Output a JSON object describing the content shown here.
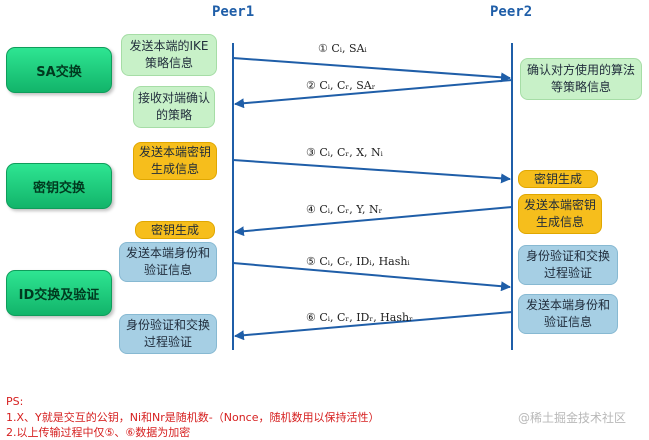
{
  "peers": {
    "left": "Peer1",
    "right": "Peer2"
  },
  "phases": [
    {
      "label": "SA交换"
    },
    {
      "label": "密钥交换"
    },
    {
      "label": "ID交换及验证"
    }
  ],
  "boxes": {
    "b1": "发送本端的IKE策略信息",
    "b2": "确认对方使用的算法等策略信息",
    "b3": "接收对端确认的策略",
    "b4": "发送本端密钥生成信息",
    "b5": "密钥生成",
    "b6": "发送本端密钥生成信息",
    "b7": "密钥生成",
    "b8": "发送本端身份和验证信息",
    "b9": "身份验证和交换过程验证",
    "b10": "发送本端身份和验证信息",
    "b11": "身份验证和交换过程验证"
  },
  "messages": [
    {
      "label": "① Cᵢ, SAᵢ",
      "direction": "right"
    },
    {
      "label": "② Cᵢ, Cᵣ, SAᵣ",
      "direction": "left"
    },
    {
      "label": "③ Cᵢ, Cᵣ, X, Nᵢ",
      "direction": "right"
    },
    {
      "label": "④ Cᵢ, Cᵣ, Y, Nᵣ",
      "direction": "left"
    },
    {
      "label": "⑤ Cᵢ, Cᵣ, IDᵢ, Hashᵢ",
      "direction": "right"
    },
    {
      "label": "⑥ Cᵢ, Cᵣ, IDᵣ, Hashᵣ",
      "direction": "left"
    }
  ],
  "notes": {
    "title": "PS:",
    "line1": "1.X、Y就是交互的公钥，Ni和Nr是随机数-（Nonce，随机数用以保持活性）",
    "line2": "2.以上传输过程中仅⑤、⑥数据为加密"
  },
  "watermark": "@稀土掘金技术社区",
  "colors": {
    "lifeline": "#1f5ea8",
    "phase": "#17c77a",
    "green_box": "#c8f1c8",
    "blue_box": "#a6cfe4",
    "orange_box": "#f6be1c",
    "note_text": "#d62020"
  }
}
